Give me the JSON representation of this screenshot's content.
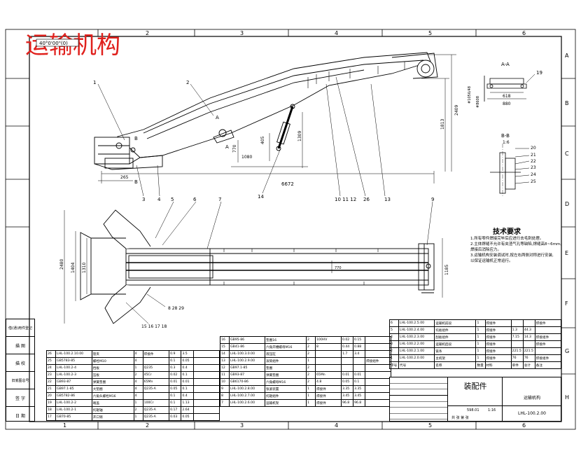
{
  "title_overlay": "运输机构",
  "ref_code": "40°0'00\"(0)",
  "colors": {
    "ink": "#000000",
    "title_red": "#e0201c",
    "paper": "#ffffff"
  },
  "grid": {
    "cols": [
      "1",
      "2",
      "3",
      "4",
      "5",
      "6"
    ],
    "rows": [
      "A",
      "B",
      "C",
      "D",
      "E",
      "F",
      "G",
      "H"
    ]
  },
  "part_numbers": {
    "p1": "1",
    "p2": "2",
    "p3": "3",
    "p4": "4",
    "p5": "5",
    "p6": "6",
    "p7": "7",
    "p8": "8",
    "p9": "9",
    "p8b": "8 28 29",
    "p13": "13",
    "p14": "14",
    "p15": "15 16 17 18",
    "p19": "19",
    "p101112": "10 11 12",
    "p20": "20",
    "p21": "21",
    "p22": "22",
    "p23": "23",
    "p24": "24",
    "p25": "25",
    "p26": "26"
  },
  "dims": {
    "d2409": "2409",
    "d1813": "1813",
    "d1309": "1309",
    "d1080": "1080",
    "d405": "405",
    "d770": "770",
    "d6672": "6672",
    "d265": "265",
    "d2480": "2480",
    "d1404": "1404",
    "d1310": "1310",
    "d1185": "1185",
    "d770b": "770",
    "d618": "618",
    "d880": "880",
    "d498": "#1056/48",
    "d8608": "#8608"
  },
  "section_labels": {
    "aa": "A-A",
    "bb": "B-B",
    "scale": "1:6",
    "a": "A",
    "b": "B"
  },
  "tech_req": {
    "title": "技术要求",
    "lines": [
      "1.所有零件焊接完毕后应进行去毛刺处理。",
      "2.主体焊缝不允许有夹渣气孔等缺陷,焊缝高8~6mm。",
      "  焊接后消除应力。",
      "3.运输机构安装调试时,按左右两侧对称进行安装,",
      "  以保证运输机正常运行。"
    ]
  },
  "left_strip": [
    "借(通)用件登记",
    "描  图",
    "描  校",
    "旧底图总号",
    "签  字",
    "日  期"
  ],
  "bom_left": [
    [
      "26",
      "LHL-100.2.10.00",
      "管夹",
      "4",
      "焊接件",
      "0.9",
      "3.5"
    ],
    [
      "25",
      "GB5783-85",
      "螺栓M10",
      "4",
      "",
      "0.1",
      "0.05"
    ],
    [
      "24",
      "LHL-100.2-4",
      "挡板",
      "1",
      "Q235",
      "0.3",
      "0.4"
    ],
    [
      "23",
      "LHL-100.2-3",
      "压板",
      "2",
      "45Cr",
      "0.02",
      "0.1"
    ],
    [
      "22",
      "GB93-87",
      "弹簧垫圈",
      "4",
      "65Mn",
      "0.01",
      "0.01"
    ],
    [
      "21",
      "GB97.1-85",
      "大垫圈",
      "4",
      "Q235-A",
      "0.05",
      "0.1"
    ],
    [
      "20",
      "GB5782-86",
      "六角头螺栓M16",
      "4",
      "",
      "0.1",
      "0.4"
    ],
    [
      "19",
      "LHL-100.2-2",
      "端盖",
      "1",
      "100Cr",
      "0.1",
      "1.13"
    ],
    [
      "18",
      "LHL-100.2-1",
      "托辊轴",
      "2",
      "Q235-A",
      "0.17",
      "2.64"
    ],
    [
      "17",
      "GB70-85",
      "开口销",
      "1",
      "Q235-A",
      "0.03",
      "0.05"
    ]
  ],
  "bom_mid": [
    [
      "16",
      "GB95-86",
      "垫圈16",
      "2",
      "100HV",
      "0.02",
      "0.15"
    ],
    [
      "15",
      "GB41-86",
      "六角开槽螺母M16",
      "2",
      "8",
      "0.44",
      "0.88"
    ],
    [
      "14",
      "LHL-100.3.0.00",
      "液压缸",
      "2",
      "",
      "1.7",
      "3.4"
    ],
    [
      "13",
      "LHL-100.2.9.00",
      "滚筒组件",
      "1",
      "",
      "",
      "",
      "焊接组件"
    ],
    [
      "12",
      "GB97.1-85",
      "垫圈",
      "2",
      "",
      "",
      ""
    ],
    [
      "11",
      "GB93-87",
      "弹簧垫圈",
      "2",
      "65Mn",
      "0.01",
      "0.01"
    ],
    [
      "10",
      "GB6170-86",
      "六角螺母M16",
      "2",
      "4.8",
      "0.05",
      "0.1"
    ],
    [
      "9",
      "LHL-100.2.8.00",
      "张紧装置",
      "1",
      "焊接件",
      "3.35",
      "3.35"
    ],
    [
      "8",
      "LHL-100.2.7.00",
      "托辊组件",
      "1",
      "焊接件",
      "3.45",
      "3.45"
    ],
    [
      "7",
      "LHL-100.2.6.00",
      "运输机架",
      "1",
      "焊接件",
      "96.8",
      "96.8"
    ]
  ],
  "bom_right": [
    [
      "6",
      "LHL-100.2.5.00",
      "运输机前段",
      "1",
      "焊接件",
      "",
      "",
      "焊接件"
    ],
    [
      "5",
      "LHL-100.2.4.00",
      "托板组件",
      "1",
      "焊接件",
      "1.3",
      "44.3"
    ],
    [
      "4",
      "LHL-100.2.3.00",
      "刮板组件",
      "1",
      "焊接件",
      "7.15",
      "14.3",
      "焊接组件"
    ],
    [
      "3",
      "LHL-100.2.2.00",
      "运输机后段",
      "1",
      "焊接件",
      "",
      "",
      "焊接件"
    ],
    [
      "2",
      "LHL-100.2.1.00",
      "链条",
      "1",
      "焊接件",
      "221.5",
      "221.5"
    ],
    [
      "1",
      "LHL-100.2.0.00",
      "主机架",
      "1",
      "焊接件",
      "76",
      "76",
      "焊接组件"
    ]
  ],
  "bom_header": [
    "序号",
    "代号",
    "名称",
    "数量",
    "材料",
    "单件",
    "总计",
    "备注"
  ],
  "title_block": {
    "assembly": "装配件",
    "name": "运输机构",
    "code": "LHL-100.2.00",
    "weight": "598.01",
    "scale": "1:16",
    "sheet": "共 张 第 张"
  }
}
